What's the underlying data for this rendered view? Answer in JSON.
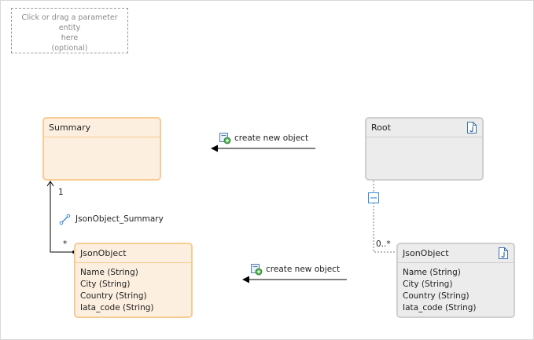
{
  "parameter_drop": {
    "line1": "Click or drag a parameter entity",
    "line2": "here",
    "line3": "(optional)"
  },
  "entities": {
    "summary": {
      "title": "Summary",
      "fields": []
    },
    "root": {
      "title": "Root",
      "icon": "json-file-icon"
    },
    "json_left": {
      "title": "JsonObject",
      "fields": [
        "Name (String)",
        "City (String)",
        "Country (String)",
        "Iata_code (String)"
      ]
    },
    "json_right": {
      "title": "JsonObject",
      "icon": "json-file-icon",
      "fields": [
        "Name (String)",
        "City (String)",
        "Country (String)",
        "Iata_code (String)"
      ]
    }
  },
  "mappings": {
    "top": {
      "label": "create new object",
      "icon": "create-object-icon"
    },
    "bottom": {
      "label": "create new object",
      "icon": "create-object-icon"
    }
  },
  "association": {
    "label": "JsonObject_Summary",
    "icon": "association-icon",
    "multiplicity_top": "1",
    "multiplicity_bottom": "*"
  },
  "containment": {
    "multiplicity": "0..*",
    "icon": "collapse-icon"
  },
  "colors": {
    "target_fill": "#fdefdf",
    "target_border": "#f7cc94",
    "source_fill": "#ececec",
    "source_border": "#cfcfcf",
    "icon_blue": "#3b8ed6",
    "icon_green": "#4caf50"
  }
}
